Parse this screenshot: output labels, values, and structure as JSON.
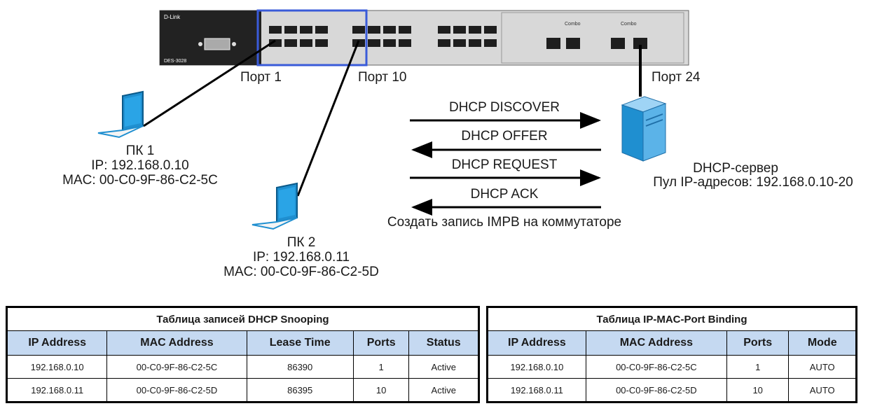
{
  "switch": {
    "brand": "D-Link",
    "model": "DES-3028",
    "uplink_labels": [
      "Combo",
      "Combo"
    ]
  },
  "ports": {
    "port1": "Порт 1",
    "port10": "Порт 10",
    "port24": "Порт 24"
  },
  "pc1": {
    "name": "ПК 1",
    "ip": "IP: 192.168.0.10",
    "mac": "MAC: 00-C0-9F-86-C2-5C"
  },
  "pc2": {
    "name": "ПК 2",
    "ip": "IP: 192.168.0.11",
    "mac": "MAC: 00-C0-9F-86-C2-5D"
  },
  "messages": {
    "discover": "DHCP DISCOVER",
    "offer": "DHCP OFFER",
    "request": "DHCP REQUEST",
    "ack": "DHCP ACK",
    "note": "Создать запись IMPB на коммутаторе"
  },
  "server": {
    "name": "DHCP-сервер",
    "pool": "Пул IP-адресов: 192.168.0.10-20"
  },
  "colors": {
    "highlight": "#3a5bd9",
    "header_fill": "#c5d9f1",
    "device": "#1f8fd0"
  },
  "snooping_table": {
    "title": "Таблица записей DHCP Snooping",
    "columns": [
      "IP Address",
      "MAC Address",
      "Lease Time",
      "Ports",
      "Status"
    ],
    "rows": [
      [
        "192.168.0.10",
        "00-C0-9F-86-C2-5C",
        "86390",
        "1",
        "Active"
      ],
      [
        "192.168.0.11",
        "00-C0-9F-86-C2-5D",
        "86395",
        "10",
        "Active"
      ]
    ]
  },
  "impb_table": {
    "title": "Таблица IP-MAC-Port Binding",
    "columns": [
      "IP Address",
      "MAC Address",
      "Ports",
      "Mode"
    ],
    "rows": [
      [
        "192.168.0.10",
        "00-C0-9F-86-C2-5C",
        "1",
        "AUTO"
      ],
      [
        "192.168.0.11",
        "00-C0-9F-86-C2-5D",
        "10",
        "AUTO"
      ]
    ]
  }
}
